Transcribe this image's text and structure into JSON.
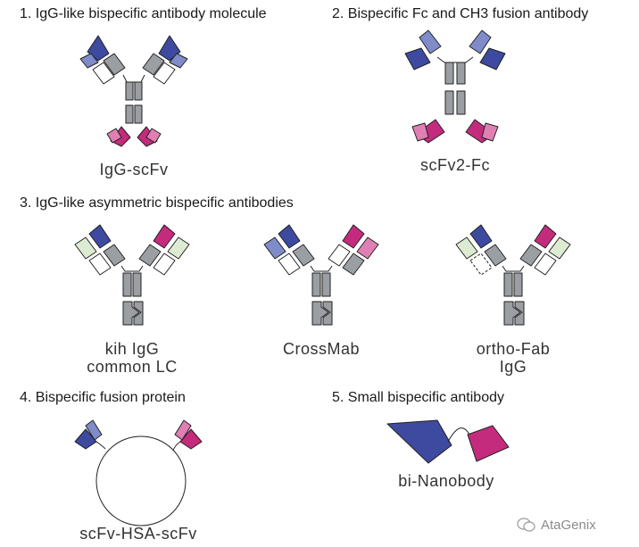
{
  "sections": {
    "s1": "1. IgG-like bispecific antibody molecule",
    "s2": "2. Bispecific Fc and CH3 fusion antibody",
    "s3": "3. IgG-like asymmetric bispecific antibodies",
    "s4": "4. Bispecific fusion protein",
    "s5": "5. Small bispecific antibody"
  },
  "molecules": {
    "igg_scfv": "IgG-scFv",
    "scfv2_fc": "scFv2-Fc",
    "kih_line1": "kih IgG",
    "kih_line2": "common LC",
    "crossmab": "CrossMab",
    "orthofab_line1": "ortho-Fab",
    "orthofab_line2": "IgG",
    "scfv_hsa": "scFv-HSA-scFv",
    "bi_nanobody": "bi-Nanobody"
  },
  "watermark": "AtaGenix",
  "colors": {
    "blue": "#3d4aa0",
    "blue_light": "#7f8cc9",
    "magenta": "#c42b7d",
    "magenta_light": "#e07fb3",
    "gray": "#9b9ea3",
    "light_green": "#dcebd2"
  }
}
